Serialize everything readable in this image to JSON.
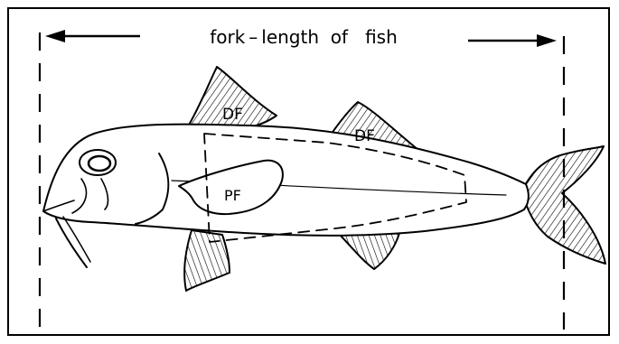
{
  "diagram": {
    "title": "fork – length  of   fish",
    "labels": {
      "dorsal_fin_1": "DF",
      "dorsal_fin_2": "DF",
      "pectoral_fin": "PF"
    },
    "colors": {
      "ink": "#000000",
      "paper": "#ffffff"
    }
  }
}
